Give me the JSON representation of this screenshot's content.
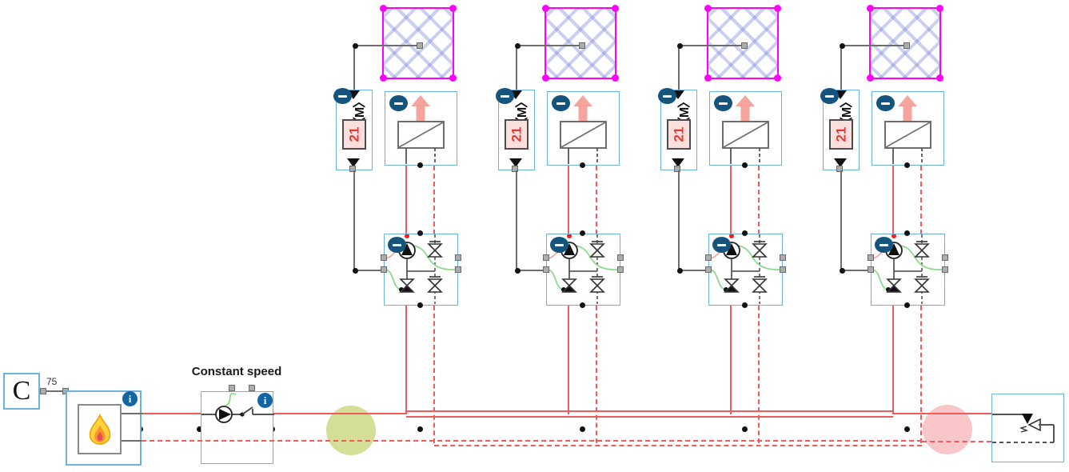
{
  "source": {
    "label": "C",
    "setpoint": "75"
  },
  "pump_group": {
    "label": "Constant speed"
  },
  "badges": {
    "collapse": "−",
    "info": "i"
  },
  "units": [
    {
      "setpoint": "21",
      "sensor_label": "〈M〉"
    },
    {
      "setpoint": "21",
      "sensor_label": "〈M〉"
    },
    {
      "setpoint": "21",
      "sensor_label": "〈M〉"
    },
    {
      "setpoint": "21",
      "sensor_label": "〈M〉"
    }
  ],
  "colors": {
    "supply_pipe": "#f15b5b",
    "return_pipe": "#f15b5b",
    "block_border": "#6cb4dd",
    "selection_magenta": "#ff00ff",
    "split_highlight_green": "#cfdb8e",
    "mix_highlight_red": "#f8bdbf",
    "signal_wire": "#6e6e6e",
    "control_link_green": "#8fd98f",
    "control_link_pink": "#f2b3ad"
  }
}
